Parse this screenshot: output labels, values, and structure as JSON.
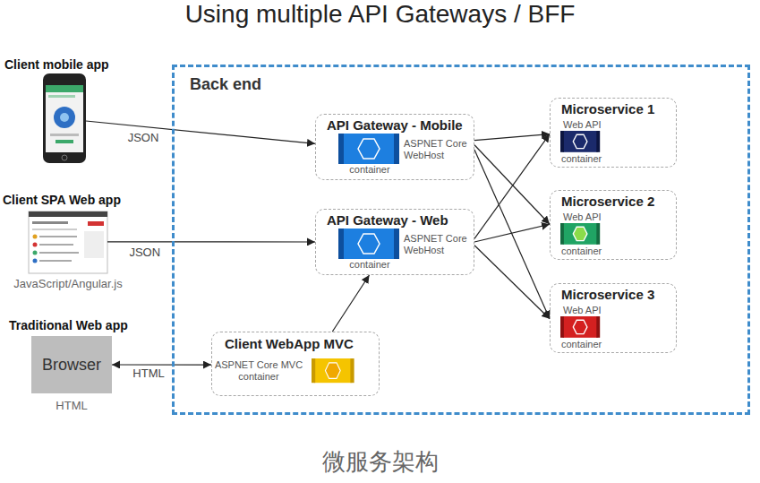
{
  "diagram": {
    "title": "Using multiple API Gateways / BFF",
    "caption": "微服务架构",
    "nodes": [
      {
        "text": [
          "Client mobile app"
        ]
      },
      {
        "text": [
          "Client SPA Web app",
          "JavaScript/Angular.js"
        ]
      },
      {
        "text": [
          "Traditional Web app",
          "Browser",
          "HTML"
        ]
      },
      {
        "text": [
          "Back end"
        ]
      },
      {
        "text": [
          "API Gateway - Mobile",
          "ASPNET Core WebHost",
          "container"
        ],
        "in": 3
      },
      {
        "text": [
          "API Gateway - Web",
          "ASPNET Core WebHost",
          "container"
        ],
        "in": 3
      },
      {
        "text": [
          "Client WebApp MVC",
          "ASPNET Core MVC container"
        ],
        "in": 3
      },
      {
        "text": [
          "Microservice 1",
          "Web API",
          "container"
        ],
        "in": 3
      },
      {
        "text": [
          "Microservice 2",
          "Web API",
          "container"
        ],
        "in": 3
      },
      {
        "text": [
          "Microservice 3",
          "Web API",
          "container"
        ],
        "in": 3
      }
    ],
    "edges": [
      {
        "from": 0,
        "to": 4,
        "arrow": "to",
        "label": "JSON"
      },
      {
        "from": 1,
        "to": 5,
        "arrow": "to",
        "label": "JSON"
      },
      {
        "from": 2,
        "to": 6,
        "arrow": "both",
        "label": "HTML"
      },
      {
        "from": 6,
        "to": 5,
        "arrow": "to"
      },
      {
        "from": 4,
        "to": 7,
        "arrow": "to"
      },
      {
        "from": 4,
        "to": 8,
        "arrow": "to"
      },
      {
        "from": 4,
        "to": 9,
        "arrow": "to"
      },
      {
        "from": 5,
        "to": 7,
        "arrow": "to"
      },
      {
        "from": 5,
        "to": 8,
        "arrow": "to"
      },
      {
        "from": 5,
        "to": 9,
        "arrow": "to"
      }
    ]
  }
}
